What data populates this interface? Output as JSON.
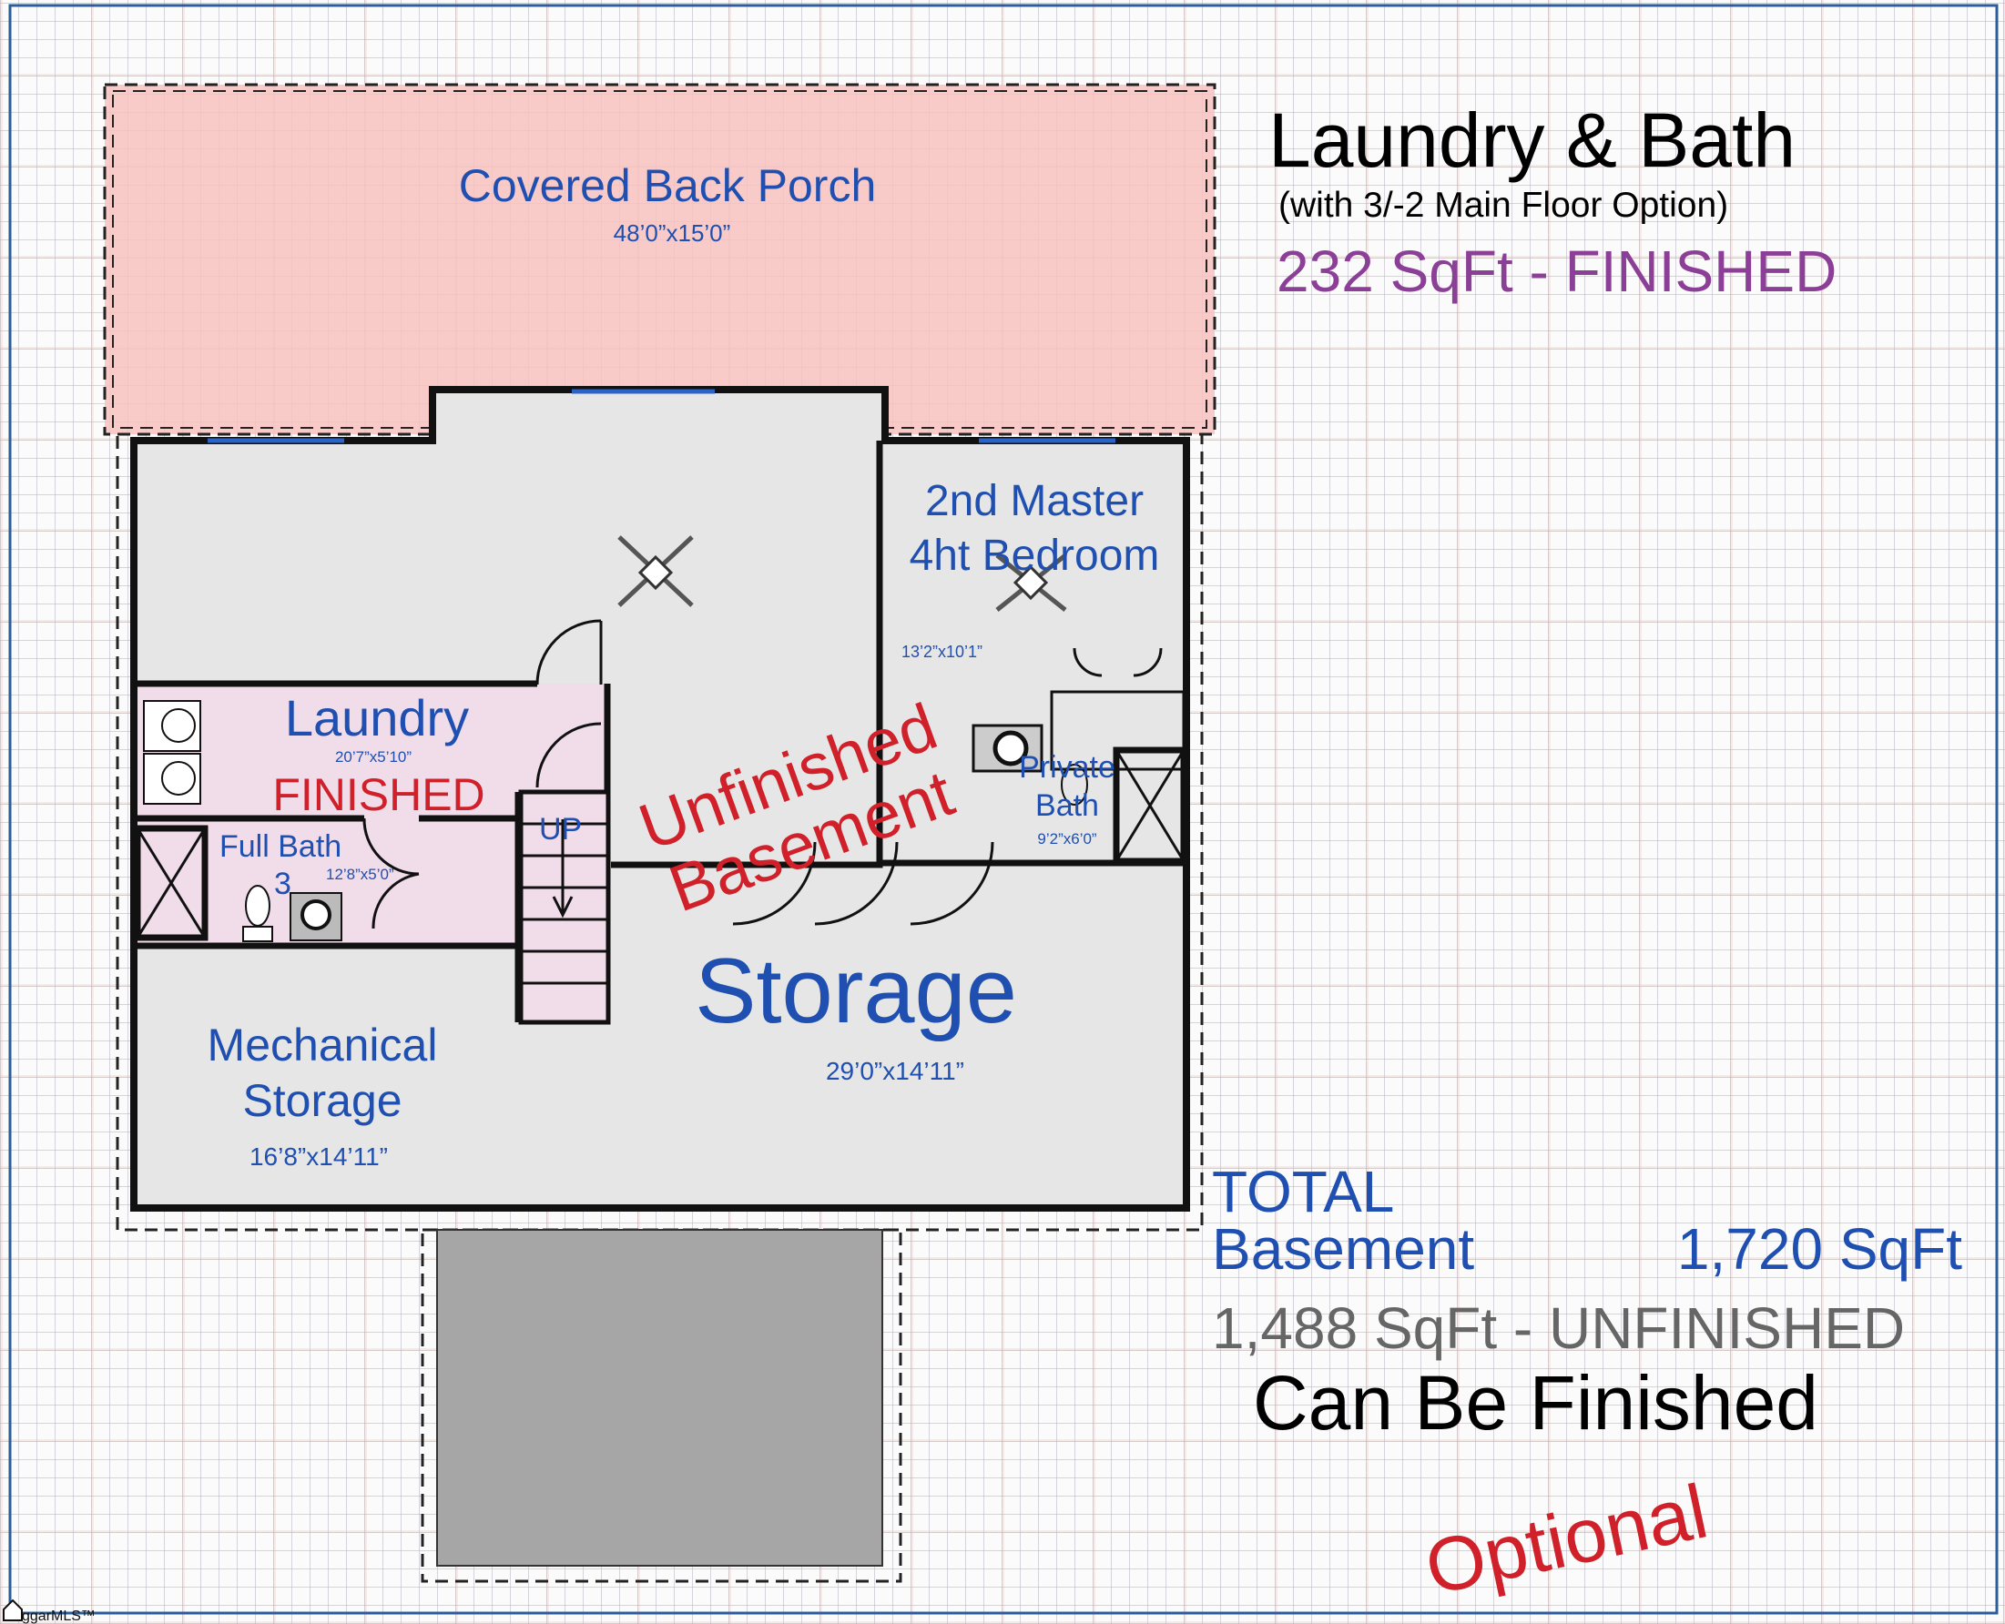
{
  "header": {
    "title": "Laundry & Bath",
    "subtitle": "(with 3/-2 Main Floor Option)",
    "finished_area": "232 SqFt - FINISHED"
  },
  "rooms": {
    "porch": {
      "name": "Covered Back Porch",
      "size": "48’0”x15’0”"
    },
    "bedroom": {
      "name_line1": "2nd Master",
      "name_line2": "4ht Bedroom",
      "size": "13’2”x10’1”"
    },
    "laundry": {
      "name": "Laundry",
      "size": "20’7”x5’10”",
      "status": "FINISHED"
    },
    "full_bath": {
      "name": "Full Bath",
      "number": "3",
      "size": "12’8”x5’0”"
    },
    "stairs": {
      "label": "UP"
    },
    "unfinished": {
      "line1": "Unfinished",
      "line2": "Basement"
    },
    "storage": {
      "name": "Storage",
      "size": "29’0”x14’11”"
    },
    "mechanical": {
      "name_line1": "Mechanical",
      "name_line2": "Storage",
      "size": "16’8”x14’11”"
    },
    "private_bath": {
      "name_line1": "Private",
      "name_line2": "Bath",
      "size": "9’2”x6’0”"
    }
  },
  "totals": {
    "label_line1": "TOTAL",
    "label_line2": "Basement",
    "total_area": "1,720 SqFt",
    "unfinished_area": "1,488 SqFt - UNFINISHED",
    "note": "Can Be Finished",
    "stamp": "Optional"
  },
  "watermark": {
    "logo": "ggarMLS™"
  },
  "colors": {
    "room_label": "#1f4fb0",
    "finished": "#d0202a",
    "finished_area": "#8b3f96",
    "unfinished_area": "#666666",
    "porch_fill": "#f7c2c0",
    "finished_fill": "#f1dde9",
    "unfinished_fill": "#e6e6e6"
  }
}
